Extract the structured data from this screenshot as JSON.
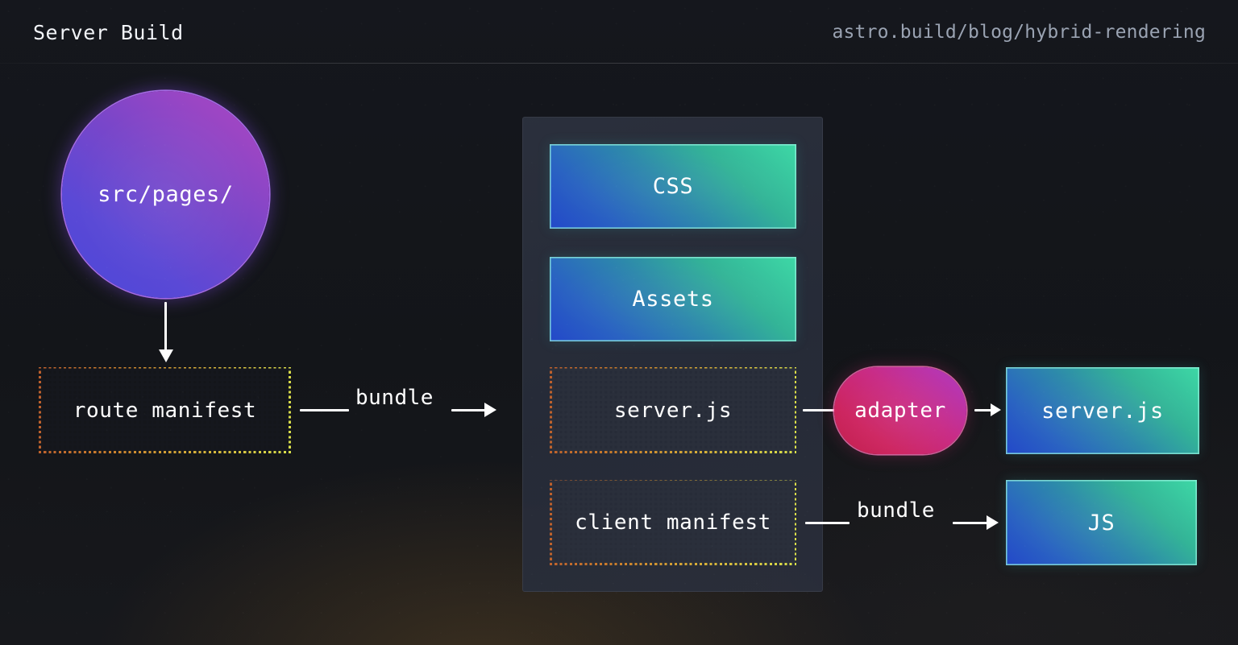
{
  "header": {
    "title": "Server Build",
    "url": "astro.build/blog/hybrid-rendering"
  },
  "nodes": {
    "source": {
      "label": "src/pages/",
      "shape": "circle"
    },
    "route_manifest": {
      "label": "route manifest",
      "shape": "dotted-rect"
    },
    "css": {
      "label": "CSS",
      "shape": "gradient-rect"
    },
    "assets": {
      "label": "Assets",
      "shape": "gradient-rect"
    },
    "server_manifest": {
      "label": "server.js",
      "shape": "dotted-rect"
    },
    "client_manifest": {
      "label": "client manifest",
      "shape": "dotted-rect"
    },
    "adapter": {
      "label": "adapter",
      "shape": "pill"
    },
    "server_output": {
      "label": "server.js",
      "shape": "gradient-rect"
    },
    "js_output": {
      "label": "JS",
      "shape": "gradient-rect"
    }
  },
  "edges": {
    "source_to_route": {
      "label": "",
      "direction": "down"
    },
    "route_to_panel": {
      "label": "bundle",
      "direction": "right"
    },
    "server_to_adapter": {
      "label": "",
      "direction": "right"
    },
    "adapter_to_server_output": {
      "label": "",
      "direction": "right"
    },
    "client_to_js": {
      "label": "bundle",
      "direction": "right"
    }
  },
  "colors": {
    "background": "#15171d",
    "panel": "#2a2f3b",
    "source_gradient_start": "#4b46d8",
    "source_gradient_end": "#ab45c2",
    "output_gradient_start": "#2348c9",
    "output_gradient_end": "#3ed8a6",
    "adapter_gradient_start": "#c2214e",
    "adapter_gradient_end": "#a93cbd",
    "manifest_border_start": "#bd5f2c",
    "manifest_border_end": "#d9e04a",
    "connector": "#ffffff",
    "header_text": "#f2f4f8",
    "header_url_text": "#9aa3b2",
    "glow": "#8c6428"
  }
}
